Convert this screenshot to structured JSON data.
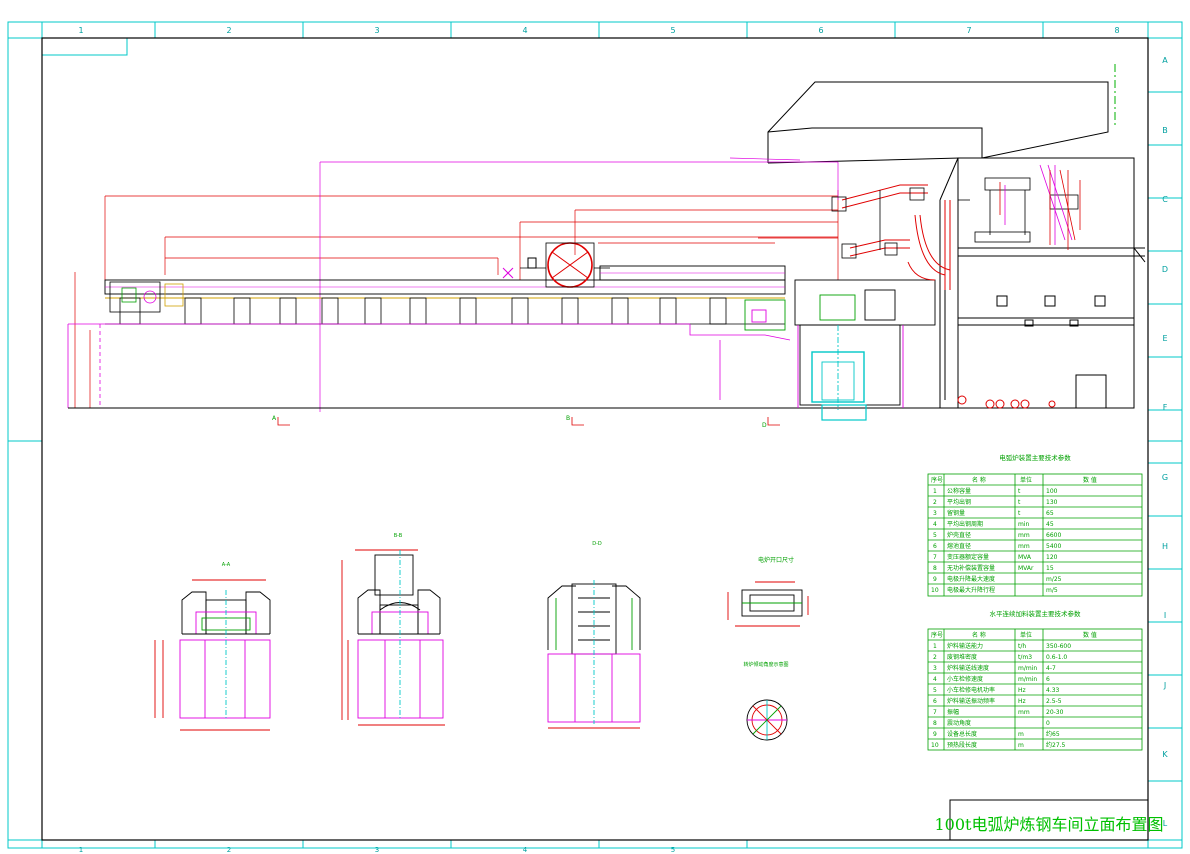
{
  "drawing": {
    "title": "100t电弧炉炼钢车间立面布置图",
    "grid_cols": [
      "1",
      "2",
      "3",
      "4",
      "5",
      "6",
      "7",
      "8"
    ],
    "grid_rows": [
      "A",
      "B",
      "C",
      "D",
      "E",
      "F",
      "G",
      "H",
      "I",
      "J",
      "K",
      "L"
    ],
    "section_marks": [
      "A",
      "B",
      "D"
    ],
    "section_views": [
      "A-A",
      "B-B",
      "D-D"
    ],
    "small_views": [
      "电炉开口尺寸",
      "转炉倾动角度示意图"
    ]
  },
  "table1": {
    "title": "电弧炉装置主要技术参数",
    "headers": [
      "序号",
      "名 称",
      "单位",
      "数 值"
    ],
    "rows": [
      [
        "1",
        "公称容量",
        "t",
        "100"
      ],
      [
        "2",
        "平均出钢",
        "t",
        "130"
      ],
      [
        "3",
        "留钢量",
        "t",
        "65"
      ],
      [
        "4",
        "平均出钢周期",
        "min",
        "45"
      ],
      [
        "5",
        "炉壳直径",
        "mm",
        "6600"
      ],
      [
        "6",
        "熔池直径",
        "mm",
        "5400"
      ],
      [
        "7",
        "变压器额定容量",
        "MVA",
        "120"
      ],
      [
        "8",
        "无功补偿装置容量",
        "MVAr",
        "15"
      ],
      [
        "9",
        "电极升降最大速度",
        "",
        "m/25"
      ],
      [
        "10",
        "电极最大升降行程",
        "",
        "m/5"
      ]
    ]
  },
  "table2": {
    "title": "水平连续加料装置主要技术参数",
    "headers": [
      "序号",
      "名 称",
      "单位",
      "数 值"
    ],
    "rows": [
      [
        "1",
        "炉料输送能力",
        "t/h",
        "350-600"
      ],
      [
        "2",
        "废钢堆密度",
        "t/m3",
        "0.6-1.0"
      ],
      [
        "3",
        "炉料输送线速度",
        "m/min",
        "4-7"
      ],
      [
        "4",
        "小车检修速度",
        "m/min",
        "6"
      ],
      [
        "5",
        "小车检修电机功率",
        "Hz",
        "4.33"
      ],
      [
        "6",
        "炉料输送振动频率",
        "Hz",
        "2.5-5"
      ],
      [
        "7",
        "振幅",
        "mm",
        "20-30"
      ],
      [
        "8",
        "震动角度",
        "",
        "0"
      ],
      [
        "9",
        "设备总长度",
        "m",
        "约65"
      ],
      [
        "10",
        "预热段长度",
        "m",
        "约27.5"
      ]
    ]
  }
}
